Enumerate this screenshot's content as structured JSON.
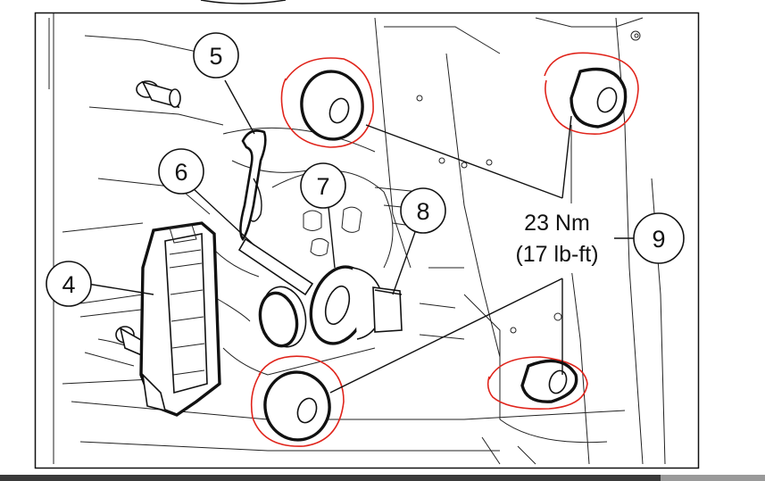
{
  "callouts": [
    {
      "id": "4",
      "label": "4"
    },
    {
      "id": "5",
      "label": "5"
    },
    {
      "id": "6",
      "label": "6"
    },
    {
      "id": "7",
      "label": "7"
    },
    {
      "id": "8",
      "label": "8"
    },
    {
      "id": "9",
      "label": "9"
    }
  ],
  "torque_spec": {
    "metric": "23 Nm",
    "imperial": "(17 lb-ft)"
  },
  "colors": {
    "line": "#111111",
    "annotation": "#e0241b",
    "background": "#ffffff",
    "footer_bar": "#3a3a3a"
  }
}
